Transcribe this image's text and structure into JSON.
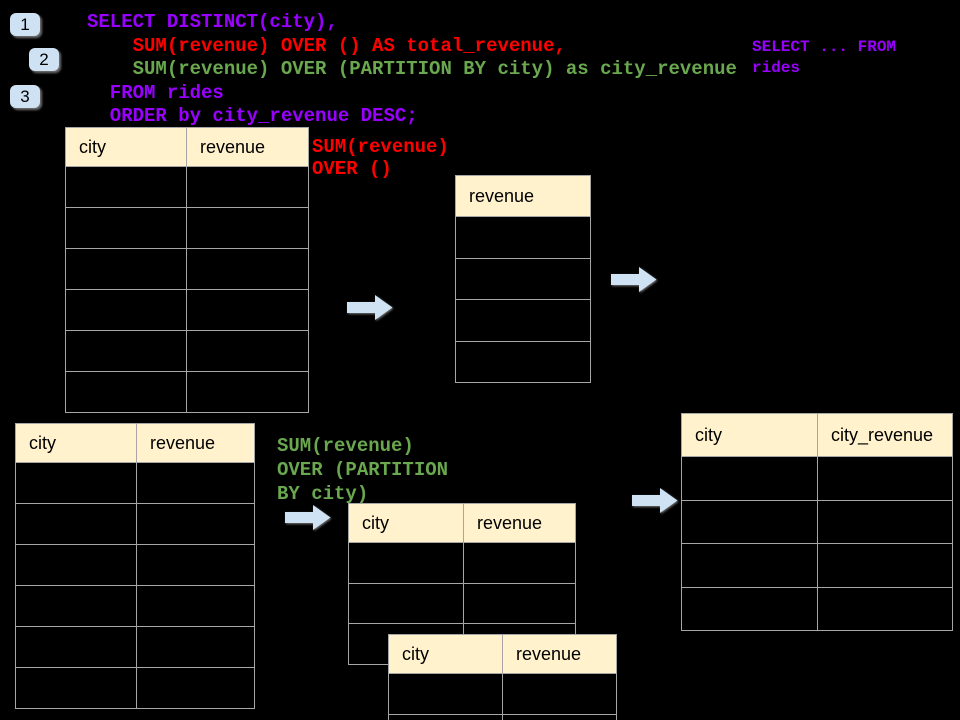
{
  "colors": {
    "purple": "#9900ff",
    "red": "#ff0000",
    "green": "#6aa84f",
    "header_bg": "#fff2cc",
    "table_border": "#a6a6a6",
    "arrow_fill": "#cfe2f3",
    "badge_bg": "#cfe2f3",
    "background": "#000000"
  },
  "icons": {
    "right_arrow": "block-right-arrow"
  },
  "badges": [
    {
      "label": "1"
    },
    {
      "label": "2"
    },
    {
      "label": "3"
    }
  ],
  "sql": {
    "lines": [
      {
        "text": "SELECT DISTINCT(city),",
        "color": "purple"
      },
      {
        "text": "    SUM(revenue) OVER () AS total_revenue,",
        "color": "red"
      },
      {
        "text": "    SUM(revenue) OVER (PARTITION BY city) as city_revenue",
        "color": "green"
      },
      {
        "text": "  FROM rides",
        "color": "purple"
      },
      {
        "text": "  ORDER by city_revenue DESC;",
        "color": "purple"
      }
    ]
  },
  "side_note": {
    "lines": [
      {
        "text": "SELECT ... FROM",
        "color": "purple"
      },
      {
        "text": "rides",
        "color": "purple"
      }
    ]
  },
  "labels": {
    "total_over": {
      "lines": [
        {
          "text": "SUM(revenue)",
          "color": "red"
        },
        {
          "text": "OVER ()",
          "color": "red"
        }
      ]
    },
    "partition_over": {
      "lines": [
        {
          "text": "SUM(revenue)",
          "color": "green"
        },
        {
          "text": "OVER (PARTITION",
          "color": "green"
        },
        {
          "text": "BY city)",
          "color": "green"
        }
      ]
    }
  },
  "tables": {
    "source_top": {
      "headers": [
        "city",
        "revenue"
      ],
      "row_count": 6
    },
    "total_result": {
      "headers": [
        "revenue"
      ],
      "row_count": 4
    },
    "source_bottom": {
      "headers": [
        "city",
        "revenue"
      ],
      "row_count": 6
    },
    "partition_mid": {
      "headers": [
        "city",
        "revenue"
      ],
      "row_count": 3
    },
    "partition_overlay": {
      "headers": [
        "city",
        "revenue"
      ],
      "row_count": 2
    },
    "city_result": {
      "headers": [
        "city",
        "city_revenue"
      ],
      "row_count": 4
    }
  }
}
